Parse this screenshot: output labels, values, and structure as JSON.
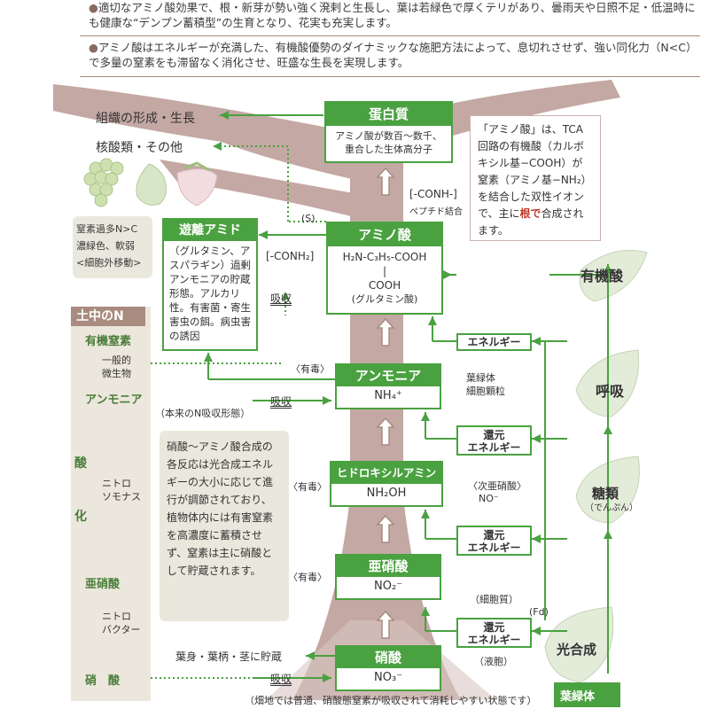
{
  "intro": {
    "p1": "適切なアミノ酸効果で、根・新芽が勢い強く溌剌と生長し、葉は若緑色で厚くテリがあり、曇雨天や日照不足・低温時にも健康な“デンプン蓄積型”の生育となり、花実も充実します。",
    "p2": "アミノ酸はエネルギーが充満した、有機酸優勢のダイナミックな施肥方法によって、息切れさせず、強い同化力（N<C）で多量の窒素をも滞留なく消化させ、旺盛な生長を実現します。"
  },
  "top_left": {
    "tissue": "組織の形成・生長",
    "nucleic": "核酸類・その他"
  },
  "protein": {
    "title": "蛋白質",
    "desc": "アミノ酸が数百〜数千、重合した生体高分子"
  },
  "peptide": {
    "line1": "[-CONH-]",
    "line2": "ペプチド結合"
  },
  "amino_note": {
    "part1": "「アミノ酸」は、TCA回路の有機酸（カルボキシル基−COOH）が窒素（アミノ基−NH₂）を結合した双性イオンで、主に",
    "root": "根で",
    "part2": "合成されます。"
  },
  "excess": {
    "l1": "窒素過多N>C",
    "l2": "濃緑色、軟弱",
    "l3": "<細胞外移動>"
  },
  "free_amide": {
    "title": "遊離アミド",
    "desc": "（グルタミン、アスパラギン）過剰アンモニアの貯蔵形態。アルカリ性。有害菌・寄生害虫の餌。病虫害の誘因"
  },
  "conh2": "[-CONH₂]",
  "s_label": "(S)",
  "amino": {
    "title": "アミノ酸",
    "formula": "H₂N-C₃H₅-COOH",
    "bar": "|",
    "cooh": "COOH",
    "name": "(グルタミン酸)"
  },
  "absorb": "吸収",
  "toxic": "〈有毒〉",
  "soil": {
    "title": "土中のN",
    "organic": "有機窒素",
    "microbe1": "一般的",
    "microbe2": "微生物",
    "ammonia": "アンモニア",
    "ammonia_note": "（本来のN吸収形態）",
    "oxid1": "酸",
    "oxid2": "化",
    "nitroso1": "ニトロ",
    "nitroso2": "ソモナス",
    "nitrite": "亜硝酸",
    "nitro_b1": "ニトロ",
    "nitro_b2": "バクター",
    "nitrate": "硝　酸"
  },
  "ammonia_box": {
    "title": "アンモニア",
    "formula": "NH₄⁺"
  },
  "chloro_loc": {
    "l1": "葉緑体",
    "l2": "細胞顆粒"
  },
  "energy": "エネルギー",
  "reduction": {
    "l1": "還元",
    "l2": "エネルギー"
  },
  "organic_acid": "有機酸",
  "respiration": "呼吸",
  "sugars": {
    "l1": "糖類",
    "l2": "（でんぷん）"
  },
  "photosynthesis": "光合成",
  "chloroplast": "葉緑体",
  "nitrate_note": "硝酸〜アミノ酸合成の各反応は光合成エネルギーの大小に応じて進行が調節されており、植物体内には有害窒素を高濃度に蓄積させず、窒素は主に硝酸として貯蔵されます。",
  "hydroxyl": {
    "title": "ヒドロキシルアミン",
    "formula": "NH₂OH"
  },
  "hyponitrite": {
    "l1": "〈次亜硝酸〉",
    "l2": "NO⁻"
  },
  "nitrite_box": {
    "title": "亜硝酸",
    "formula": "NO₂⁻"
  },
  "cytoplasm": "（細胞質）",
  "fd": "(Fd)",
  "vacuole": "（液胞）",
  "nitrate_box": {
    "title": "硝酸",
    "formula": "NO₃⁻"
  },
  "storage": "葉身・葉柄・茎に貯蔵",
  "footer": "（畑地では普通、硝酸態窒素が吸収されて消耗しやすい状態です）",
  "colors": {
    "green": "#4aa140",
    "trunk": "#c4a8a3",
    "panel": "#ece7dc",
    "leaf": "#e3ebd9",
    "accent_red": "#c0392b"
  }
}
